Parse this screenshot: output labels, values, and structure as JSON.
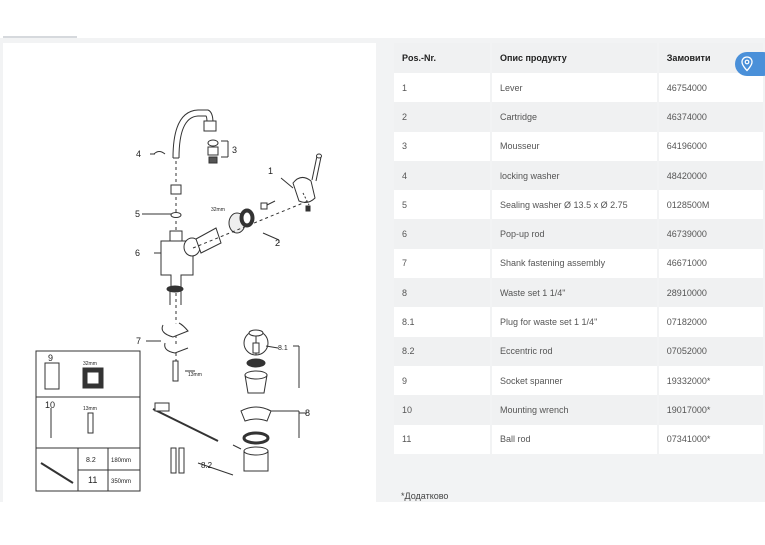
{
  "table": {
    "headers": {
      "pos": "Pos.-Nr.",
      "desc": "Опис продукту",
      "order": "Замовити"
    },
    "rows": [
      {
        "pos": "1",
        "desc": "Lever",
        "order": "46754000"
      },
      {
        "pos": "2",
        "desc": "Cartridge",
        "order": "46374000"
      },
      {
        "pos": "3",
        "desc": "Mousseur",
        "order": "64196000"
      },
      {
        "pos": "4",
        "desc": "locking washer",
        "order": "48420000"
      },
      {
        "pos": "5",
        "desc": "Sealing washer Ø 13.5 x Ø 2.75",
        "order": "0128500M"
      },
      {
        "pos": "6",
        "desc": "Pop-up rod",
        "order": "46739000"
      },
      {
        "pos": "7",
        "desc": "Shank fastening assembly",
        "order": "46671000"
      },
      {
        "pos": "8",
        "desc": "Waste set 1 1/4\"",
        "order": "28910000"
      },
      {
        "pos": "8.1",
        "desc": "Plug for waste set 1 1/4\"",
        "order": "07182000"
      },
      {
        "pos": "8.2",
        "desc": "Eccentric rod",
        "order": "07052000"
      },
      {
        "pos": "9",
        "desc": "Socket spanner",
        "order": "19332000*"
      },
      {
        "pos": "10",
        "desc": "Mounting wrench",
        "order": "19017000*"
      },
      {
        "pos": "11",
        "desc": "Ball rod",
        "order": "07341000*"
      }
    ],
    "footnote": "*Додатково"
  },
  "diagram": {
    "callouts": {
      "c1": "1",
      "c2": "2",
      "c3": "3",
      "c4": "4",
      "c5": "5",
      "c6": "6",
      "c7": "7",
      "c8": "8",
      "c81": "8.1",
      "c82": "8.2"
    },
    "dims": {
      "d32": "32mm",
      "d13": "13mm"
    },
    "legend": {
      "n9": "9",
      "n9dim": "32mm",
      "n10": "10",
      "n10dim": "13mm",
      "n82": "8.2",
      "n82dim": "180mm",
      "n11": "11",
      "n11dim": "350mm"
    }
  },
  "icons": {
    "map_button": "map-pin-icon"
  },
  "colors": {
    "accent": "#4a90d9",
    "row_alt": "#f0f1f2",
    "page_bg": "#f2f3f4"
  }
}
